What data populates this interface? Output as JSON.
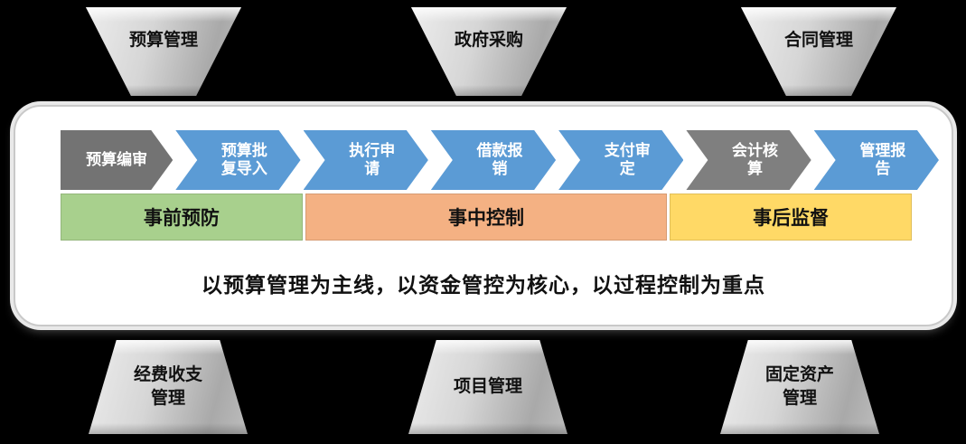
{
  "top_modules": [
    {
      "label": "预算管理"
    },
    {
      "label": "政府采购"
    },
    {
      "label": "合同管理"
    }
  ],
  "bottom_modules": [
    {
      "label": "经费收支\n管理"
    },
    {
      "label": "项目管理"
    },
    {
      "label": "固定资产\n管理"
    }
  ],
  "process_steps": [
    {
      "label": "预算编审",
      "color": "#737373"
    },
    {
      "label": "预算批\n复导入",
      "color": "#5B9BD5"
    },
    {
      "label": "执行申\n请",
      "color": "#5B9BD5"
    },
    {
      "label": "借款报\n销",
      "color": "#5B9BD5"
    },
    {
      "label": "支付审\n定",
      "color": "#5B9BD5"
    },
    {
      "label": "会计核\n算",
      "color": "#7F7F7F"
    },
    {
      "label": "管理报\n告",
      "color": "#5B9BD5"
    }
  ],
  "phases": [
    {
      "label": "事前预防",
      "color": "#A8D08D"
    },
    {
      "label": "事中控制",
      "color": "#F4B183"
    },
    {
      "label": "事后监督",
      "color": "#FFD966"
    }
  ],
  "slogan": "以预算管理为主线，以资金管控为核心，以过程控制为重点"
}
